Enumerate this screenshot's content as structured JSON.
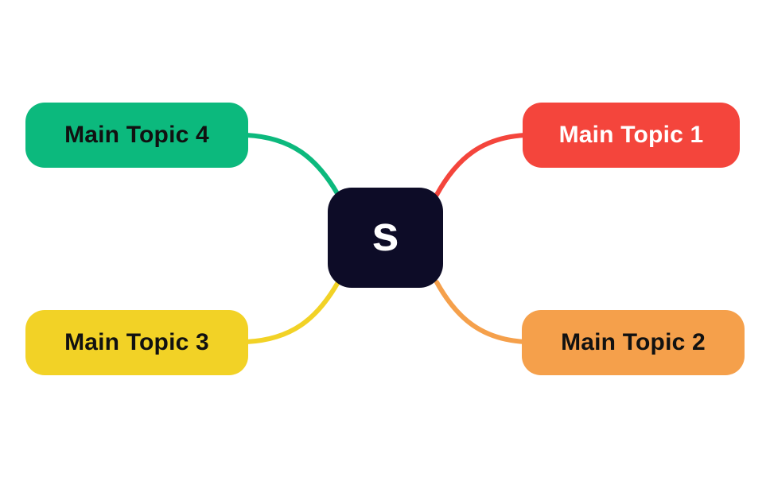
{
  "canvas": {
    "background": "#ffffff"
  },
  "mindmap": {
    "center": {
      "label": "s",
      "bg": "#0d0c27",
      "text_color": "#ffffff"
    },
    "topics": [
      {
        "label": "Main Topic 1",
        "position": "top-right",
        "bg": "#f4453c",
        "text_color": "#ffffff",
        "connector_color": "#f4453c"
      },
      {
        "label": "Main Topic 2",
        "position": "bottom-right",
        "bg": "#f5a04b",
        "text_color": "#111111",
        "connector_color": "#f5a04b"
      },
      {
        "label": "Main Topic 3",
        "position": "bottom-left",
        "bg": "#f2d226",
        "text_color": "#111111",
        "connector_color": "#f2d226"
      },
      {
        "label": "Main Topic 4",
        "position": "top-left",
        "bg": "#0cb97d",
        "text_color": "#111111",
        "connector_color": "#0cb97d"
      }
    ]
  }
}
